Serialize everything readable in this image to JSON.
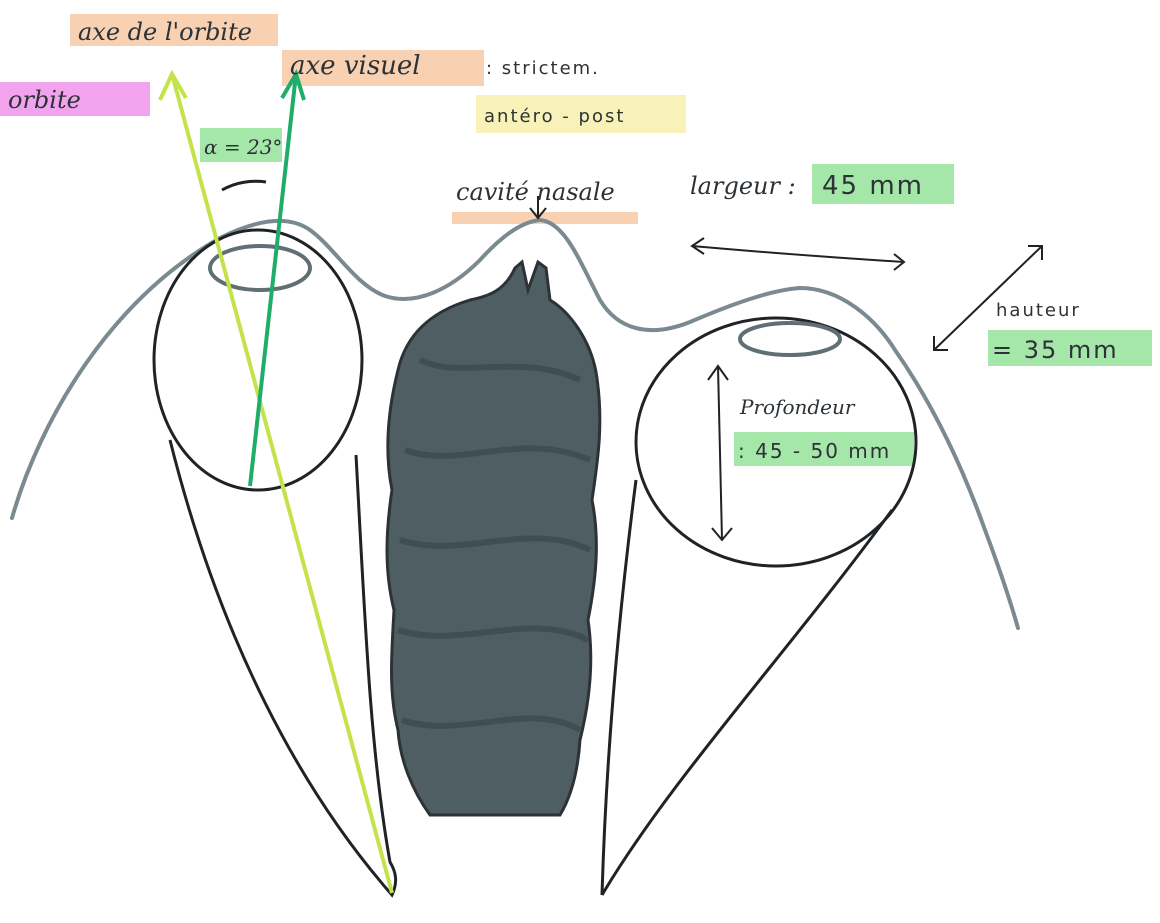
{
  "colors": {
    "ink": "#2c3236",
    "skull_outline": "#7a8a90",
    "septum_fill": "#4e5e63",
    "orbit_axis": "#c4e34a",
    "visual_axis": "#1fae6a",
    "highlight_orange": "#f6c9a4",
    "highlight_pink": "#ef93ea",
    "highlight_yellow": "#f8f1b0",
    "highlight_green": "#9be3a0"
  },
  "labels": {
    "axe_orbite": "axe de l'orbite",
    "axe_visuel": "axe visuel",
    "strictement": ": strictem.",
    "orbite": "orbite",
    "antero_post": "antéro - post",
    "angle": "α = 23°",
    "cavite_nasale": "cavité nasale",
    "largeur": "largeur :",
    "largeur_value": "45 mm",
    "hauteur": "hauteur",
    "hauteur_value": "= 35 mm",
    "profondeur": "Profondeur",
    "profondeur_value": ": 45 - 50 mm"
  }
}
